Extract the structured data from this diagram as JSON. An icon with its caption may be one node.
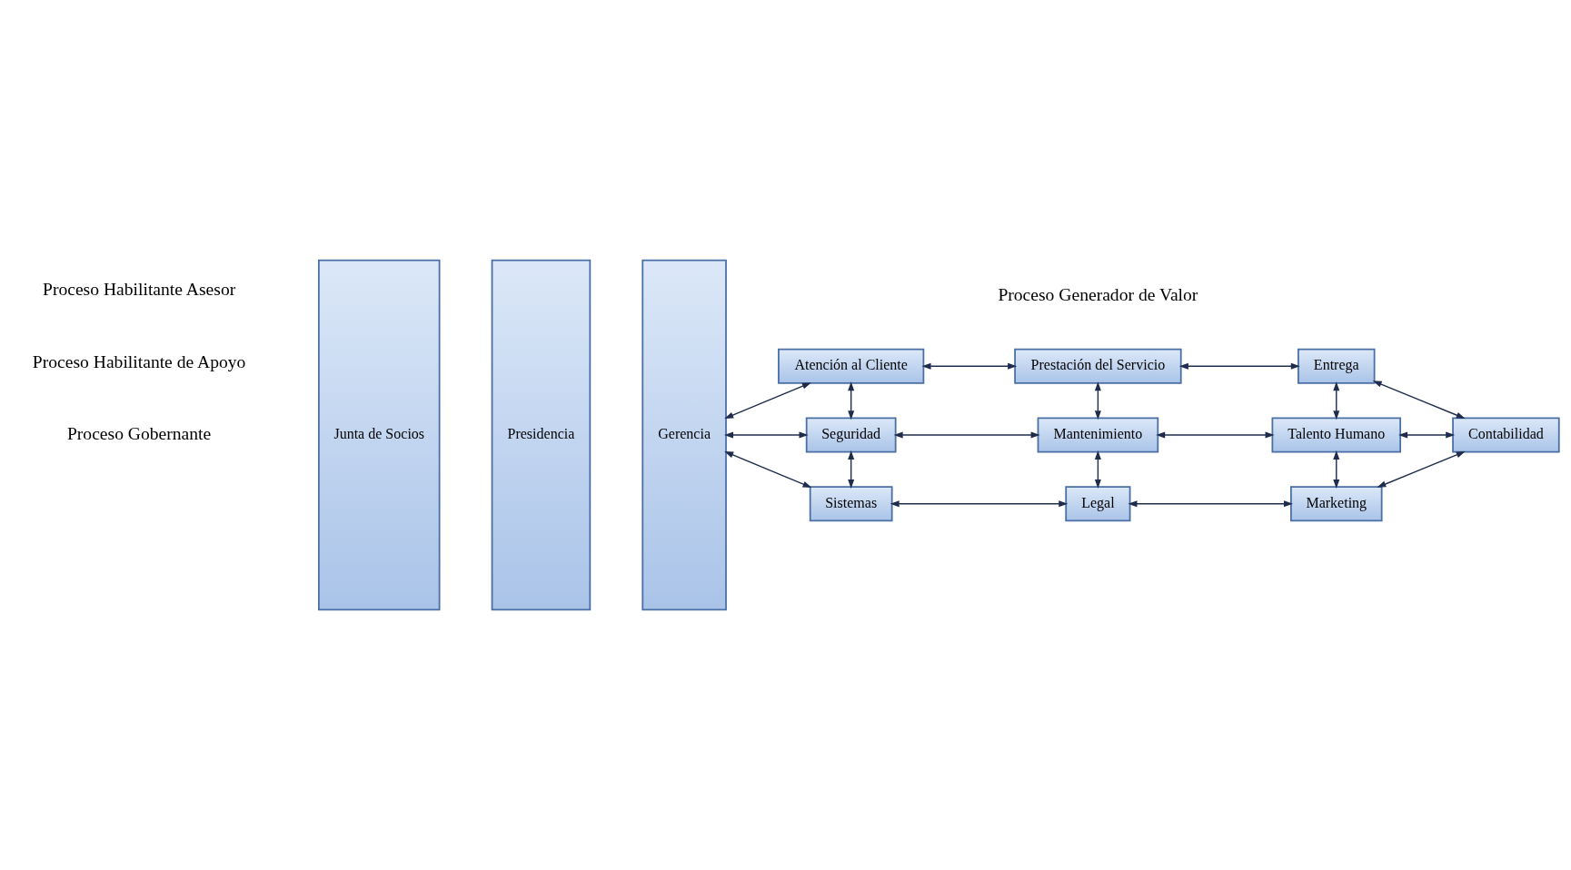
{
  "diagram": {
    "nodes": [
      {
        "text": [
          "Junta de Socios"
        ]
      },
      {
        "text": [
          "Presidencia"
        ]
      },
      {
        "text": [
          "Gerencia"
        ]
      },
      {
        "text": [
          "Atención al Cliente"
        ]
      },
      {
        "text": [
          "Prestación del Servicio"
        ]
      },
      {
        "text": [
          "Entrega"
        ]
      },
      {
        "text": [
          "Seguridad"
        ]
      },
      {
        "text": [
          "Mantenimiento"
        ]
      },
      {
        "text": [
          "Talento Humano"
        ]
      },
      {
        "text": [
          "Contabilidad"
        ]
      },
      {
        "text": [
          "Sistemas"
        ]
      },
      {
        "text": [
          "Legal"
        ]
      },
      {
        "text": [
          "Marketing"
        ]
      }
    ],
    "edges": [
      {
        "from": 2,
        "to": 3,
        "arrow": "both"
      },
      {
        "from": 3,
        "to": 4,
        "arrow": "both"
      },
      {
        "from": 4,
        "to": 5,
        "arrow": "both"
      },
      {
        "from": 9,
        "to": 5,
        "arrow": "both"
      },
      {
        "from": 3,
        "to": 6,
        "arrow": "both"
      },
      {
        "from": 4,
        "to": 7,
        "arrow": "both"
      },
      {
        "from": 5,
        "to": 8,
        "arrow": "both"
      },
      {
        "from": 2,
        "to": 6,
        "arrow": "both"
      },
      {
        "from": 6,
        "to": 7,
        "arrow": "both"
      },
      {
        "from": 7,
        "to": 8,
        "arrow": "both"
      },
      {
        "from": 8,
        "to": 9,
        "arrow": "both"
      },
      {
        "from": 6,
        "to": 10,
        "arrow": "both"
      },
      {
        "from": 7,
        "to": 11,
        "arrow": "both"
      },
      {
        "from": 8,
        "to": 12,
        "arrow": "both"
      },
      {
        "from": 9,
        "to": 12,
        "arrow": "both"
      },
      {
        "from": 2,
        "to": 10,
        "arrow": "both"
      },
      {
        "from": 10,
        "to": 11,
        "arrow": "both"
      },
      {
        "from": 11,
        "to": 12,
        "arrow": "both"
      }
    ],
    "labels": [
      "Proceso Generador de Valor",
      "Proceso Gobernante",
      "Proceso Habilitante de Apoyo",
      "Proceso Habilitante Asesor"
    ]
  }
}
